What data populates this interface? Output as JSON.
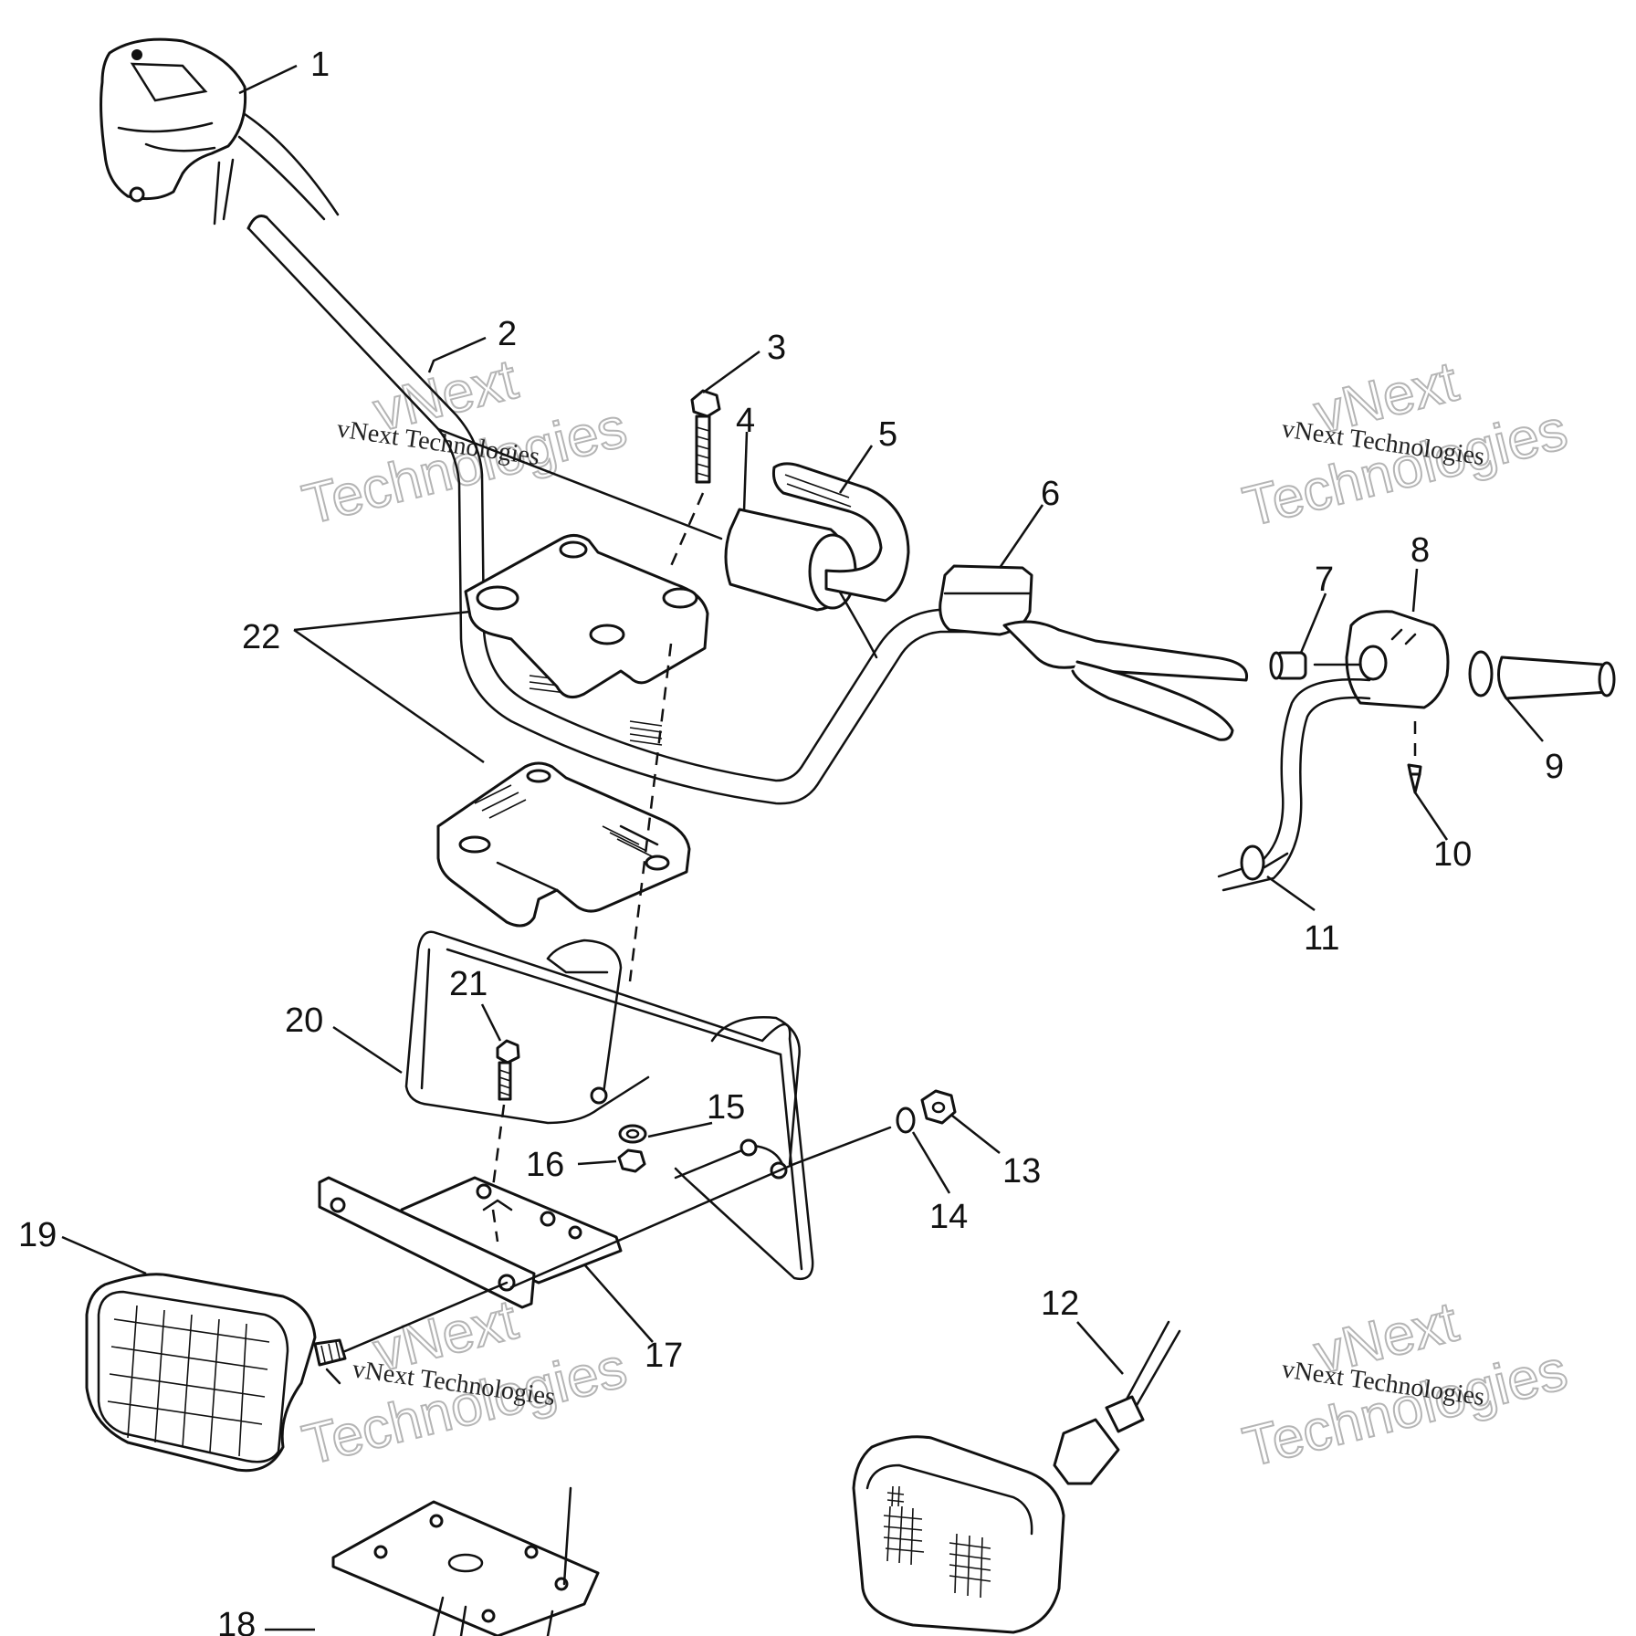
{
  "diagram": {
    "callouts": {
      "c1": "1",
      "c2": "2",
      "c3": "3",
      "c4": "4",
      "c5": "5",
      "c6": "6",
      "c7": "7",
      "c8": "8",
      "c9": "9",
      "c10": "10",
      "c11": "11",
      "c12": "12",
      "c13": "13",
      "c14": "14",
      "c15": "15",
      "c16": "16",
      "c17": "17",
      "c18": "18",
      "c19": "19",
      "c20": "20",
      "c21": "21",
      "c22": "22"
    },
    "watermark": {
      "small_text": "vNext Technologies",
      "big_line1": "vNext",
      "big_line2": "Technologies"
    },
    "colors": {
      "ink": "#111111",
      "background": "#ffffff",
      "watermark": "#b5b5b5"
    }
  }
}
